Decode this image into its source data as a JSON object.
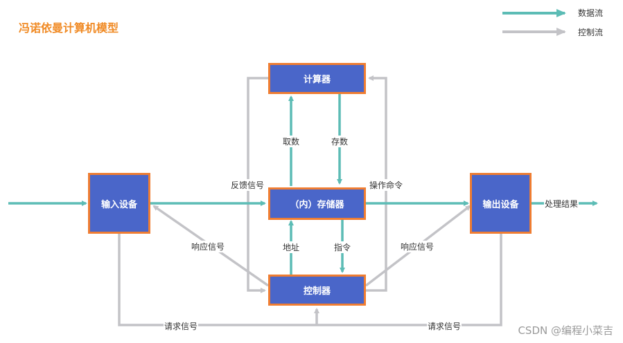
{
  "title": "冯诺依曼计算机模型",
  "legend": {
    "data_flow": "数据流",
    "control_flow": "控制流"
  },
  "colors": {
    "data_flow": "#5cbcb5",
    "control_flow": "#c3c3c7",
    "box_fill": "#4a66c9",
    "box_border": "#ef7d32",
    "title": "#f08a24"
  },
  "boxes": {
    "alu": "计算器",
    "memory": "（内）存储器",
    "controller": "控制器",
    "input": "输入设备",
    "output": "输出设备"
  },
  "labels": {
    "fetch": "取数",
    "store": "存数",
    "address": "地址",
    "instruction": "指令",
    "feedback": "反馈信号",
    "operation": "操作命令",
    "response_left": "响应信号",
    "response_right": "响应信号",
    "request_left": "请求信号",
    "request_right": "请求信号",
    "result": "处理结果"
  },
  "watermark": "CSDN @编程小菜吉"
}
